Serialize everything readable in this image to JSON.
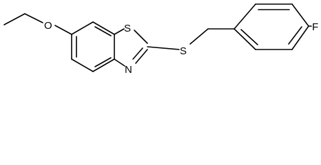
{
  "molecule": {
    "atoms": {
      "ether_oxygen": "O",
      "ring_sulfur": "S",
      "ring_nitrogen": "N",
      "thioether_sulfur": "S",
      "fluorine": "F"
    },
    "colors": {
      "bond": "#000000",
      "label": "#000000",
      "background": "#ffffff"
    }
  }
}
